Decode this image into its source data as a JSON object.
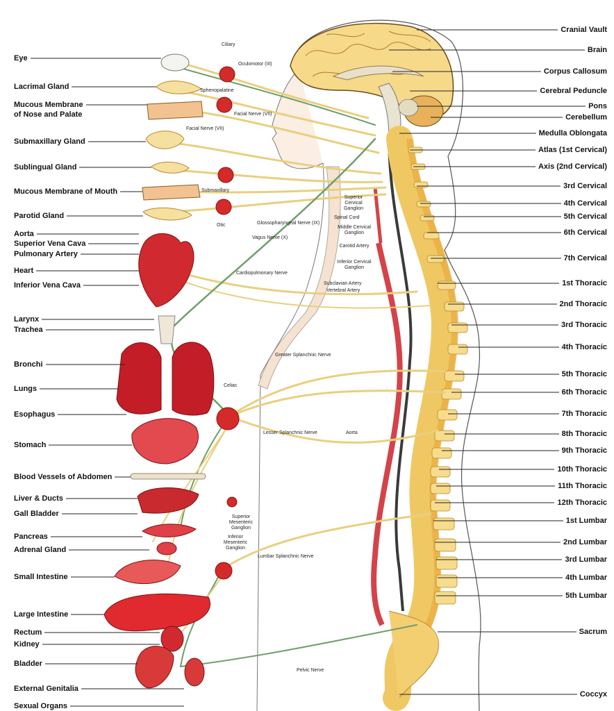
{
  "left_labels": [
    "Eye",
    "Lacrimal Gland",
    "Mucous Membrane",
    "of Nose and Palate",
    "Submaxillary Gland",
    "Sublingual Gland",
    "Mucous Membrane of Mouth",
    "Parotid Gland",
    "Aorta",
    "Superior Vena Cava",
    "Pulmonary Artery",
    "Heart",
    "Inferior Vena Cava",
    "Larynx",
    "Trachea",
    "Bronchi",
    "Lungs",
    "Esophagus",
    "Stomach",
    "Blood Vessels of Abdomen",
    "Liver & Ducts",
    "Gall Bladder",
    "Pancreas",
    "Adrenal Gland",
    "Small Intestine",
    "Large Intestine",
    "Rectum",
    "Kidney",
    "Bladder",
    "External Genitalia",
    "Sexual Organs"
  ],
  "right_labels": [
    "Cranial Vault",
    "Brain",
    "Corpus Callosum",
    "Cerebral Peduncle",
    "Pons",
    "Cerebellum",
    "Medulla Oblongata",
    "Atlas (1st Cervical)",
    "Axis (2nd Cervical)",
    "3rd Cervical",
    "4th Cervical",
    "5th Cervical",
    "6th Cervical",
    "7th Cervical",
    "1st Thoracic",
    "2nd Thoracic",
    "3rd Thoracic",
    "4th Thoracic",
    "5th Thoracic",
    "6th Thoracic",
    "7th Thoracic",
    "8th Thoracic",
    "9th Thoracic",
    "10th Thoracic",
    "11th Thoracic",
    "12th Thoracic",
    "1st Lumbar",
    "2nd Lumbar",
    "3rd Lumbar",
    "4th Lumbar",
    "5th Lumbar",
    "Sacrum",
    "Coccyx"
  ],
  "inner_labels": {
    "ciliary": "Ciliary",
    "oculomotor": "Oculomotor (III)",
    "sphenopalatine": "Sphenopalatine",
    "facial_nerve_1": "Facial Nerve (VII)",
    "facial_nerve_2": "Facial Nerve (VII)",
    "submaxillary": "Submaxillary",
    "otic": "Otic",
    "glossopharyngeal": "Glossopharyngeal Nerve (IX)",
    "vagus": "Vagus Nerve (X)",
    "superior_cervical_ganglion": "Superior Cervical Ganglion",
    "spinal_cord": "Spinal Cord",
    "middle_cervical_ganglion": "Middle Cervical Ganglion",
    "carotid_artery": "Carotid Artery",
    "inferior_cervical_ganglion": "Inferior Cervical Ganglion",
    "subclavian_artery": "Subclavian Artery",
    "vertebral_artery": "Vertebral Artery",
    "cardiopulmonary": "Cardiopulmonary Nerve",
    "greater_splanchnic": "Greater Splanchnic Nerve",
    "celiac": "Celiac",
    "lesser_splanchnic": "Lesser Splanchnic Nerve",
    "aorta_inner": "Aorta",
    "superior_mesenteric": "Superior Mesenteric Ganglion",
    "inferior_mesenteric": "Inferior Mesenteric Ganglion",
    "lumbar_splanchnic": "Lumbar Splanchnic Nerve",
    "pelvic": "Pelvic Nerve"
  },
  "colors": {
    "nerve_yellow": "#e9cf7e",
    "nerve_green": "#6f9e6a",
    "organ_red": "#c8202a",
    "ganglion_red": "#d42a2a",
    "bone": "#f3cf72",
    "leader": "#222222"
  }
}
